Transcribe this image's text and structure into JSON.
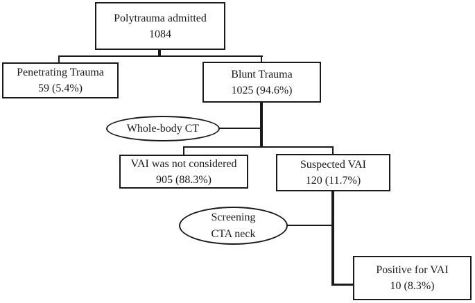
{
  "diagram": {
    "type": "flowchart",
    "description": "Patient flow diagram for polytrauma admissions and VAI screening",
    "colors": {
      "background": "#ffffff",
      "line": "#1a1a1a",
      "text": "#1a1a1a"
    },
    "nodes": {
      "polytrauma": {
        "shape": "rect",
        "line1": "Polytrauma admitted",
        "line2": "1084"
      },
      "penetrating": {
        "shape": "rect",
        "line1": "Penetrating Trauma",
        "line2": "59 (5.4%)"
      },
      "blunt": {
        "shape": "rect",
        "line1": "Blunt Trauma",
        "line2": "1025 (94.6%)"
      },
      "wholebody_ct": {
        "shape": "ellipse",
        "line1": "Whole-body CT"
      },
      "vai_not_considered": {
        "shape": "rect",
        "line1": "VAI was not considered",
        "line2": "905 (88.3%)"
      },
      "suspected_vai": {
        "shape": "rect",
        "line1": "Suspected VAI",
        "line2": "120 (11.7%)"
      },
      "screening_cta": {
        "shape": "ellipse",
        "line1": "Screening",
        "line2": "CTA neck"
      },
      "positive_vai": {
        "shape": "rect",
        "line1": "Positive for VAI",
        "line2": "10 (8.3%)"
      }
    },
    "edges": [
      {
        "from": "polytrauma",
        "to": "penetrating"
      },
      {
        "from": "polytrauma",
        "to": "blunt"
      },
      {
        "from": "wholebody_ct",
        "to": "blunt-descent-line"
      },
      {
        "from": "blunt",
        "to": "vai_not_considered"
      },
      {
        "from": "blunt",
        "to": "suspected_vai"
      },
      {
        "from": "screening_cta",
        "to": "suspected-descent-line"
      },
      {
        "from": "suspected_vai",
        "to": "positive_vai"
      }
    ]
  }
}
